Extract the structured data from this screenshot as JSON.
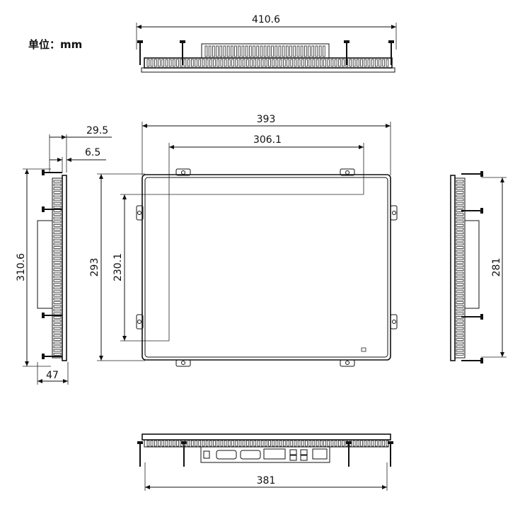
{
  "unit_label": "单位：mm",
  "dimensions": {
    "top_width": "410.6",
    "front_width": "393",
    "display_width": "306.1",
    "front_height": "293",
    "display_height": "230.1",
    "side_depth": "29.5",
    "side_bezel": "6.5",
    "side_height": "310.6",
    "side_bottom": "47",
    "right_height": "281",
    "bottom_width": "381"
  }
}
